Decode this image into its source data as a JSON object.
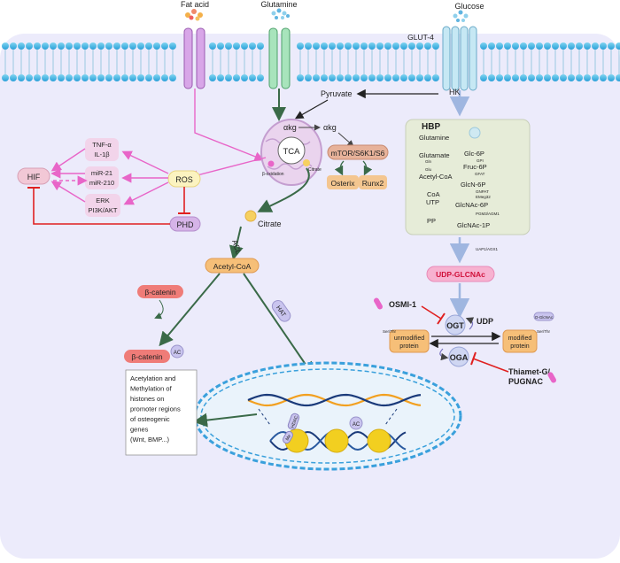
{
  "inputs": {
    "fat_acid": "Fat acid",
    "glutamine": "Glutamine",
    "glucose": "Glucose"
  },
  "membrane": {
    "glut4": "GLUT-4",
    "hk": "HK",
    "pyruvate": "Pyruvate"
  },
  "mito": {
    "akg_in": "αkg",
    "tca": "TCA",
    "beta_oxidation": "β-oxidation",
    "citrate_small": "Citrate",
    "akg_out": "αkg",
    "citrate": "Citrate",
    "acl": "ACL",
    "acetyl_coa": "Acetyl-CoA",
    "hat": "HAT"
  },
  "mtor": {
    "complex": "mTOR/S6K1/S6",
    "osterix": "Osterix",
    "runx2": "Runx2"
  },
  "left": {
    "hif": "HIF",
    "ros": "ROS",
    "phd": "PHD",
    "tnf": "TNF-α",
    "il1b": "IL-1β",
    "mir21": "miR-21",
    "mir210": "miR-210",
    "erk": "ERK",
    "pi3k": "PI3K/AKT"
  },
  "hbp": {
    "title": "HBP",
    "glutamine": "Glutamine",
    "glutamate": "Glutamate",
    "gln": "Gln",
    "glu": "Glu",
    "acetyl_coa": "Acetyl-CoA",
    "coa": "CoA",
    "utp": "UTP",
    "pp": "PP",
    "glc6p": "Glc-6P",
    "gpi": "GPI",
    "fruc6p": "Fruc-6P",
    "gfat": "GFAT",
    "glcn6p": "GlcN-6P",
    "gnpat": "GNPAT",
    "emeg32": "EMeg32",
    "glcnac6p": "GlcNAc-6P",
    "pgm3": "PGM3/AGM1",
    "glcnac1p": "GlcNAc-1P",
    "uap": "UAP1/AGX1",
    "udp_glcnac": "UDP-GLCNAc"
  },
  "oglc": {
    "osmi": "OSMI-1",
    "ogt": "OGT",
    "udp": "UDP",
    "oga": "OGA",
    "unmodified": "unmodified protein",
    "modified": "modified protein",
    "thiamet": "Thiamet-G/",
    "pugnac": "PUGNAC",
    "ser_thr_1": "Ser/Thr",
    "ser_thr_2": "Ser/Thr",
    "glcnac_tag": "O-GlcNAc"
  },
  "nucleus": {
    "beta_catenin": "β-catenin",
    "beta_catenin_ac": "β-catenin",
    "ac1": "AC",
    "ac2": "AC",
    "hdac": "HDAC",
    "mei": "Me",
    "text_lines": [
      "Acetylation and",
      "Methylation of",
      "histones on",
      "promoter regions",
      "of osteogenic",
      "genes",
      "(Wnt, BMP...)"
    ]
  }
}
